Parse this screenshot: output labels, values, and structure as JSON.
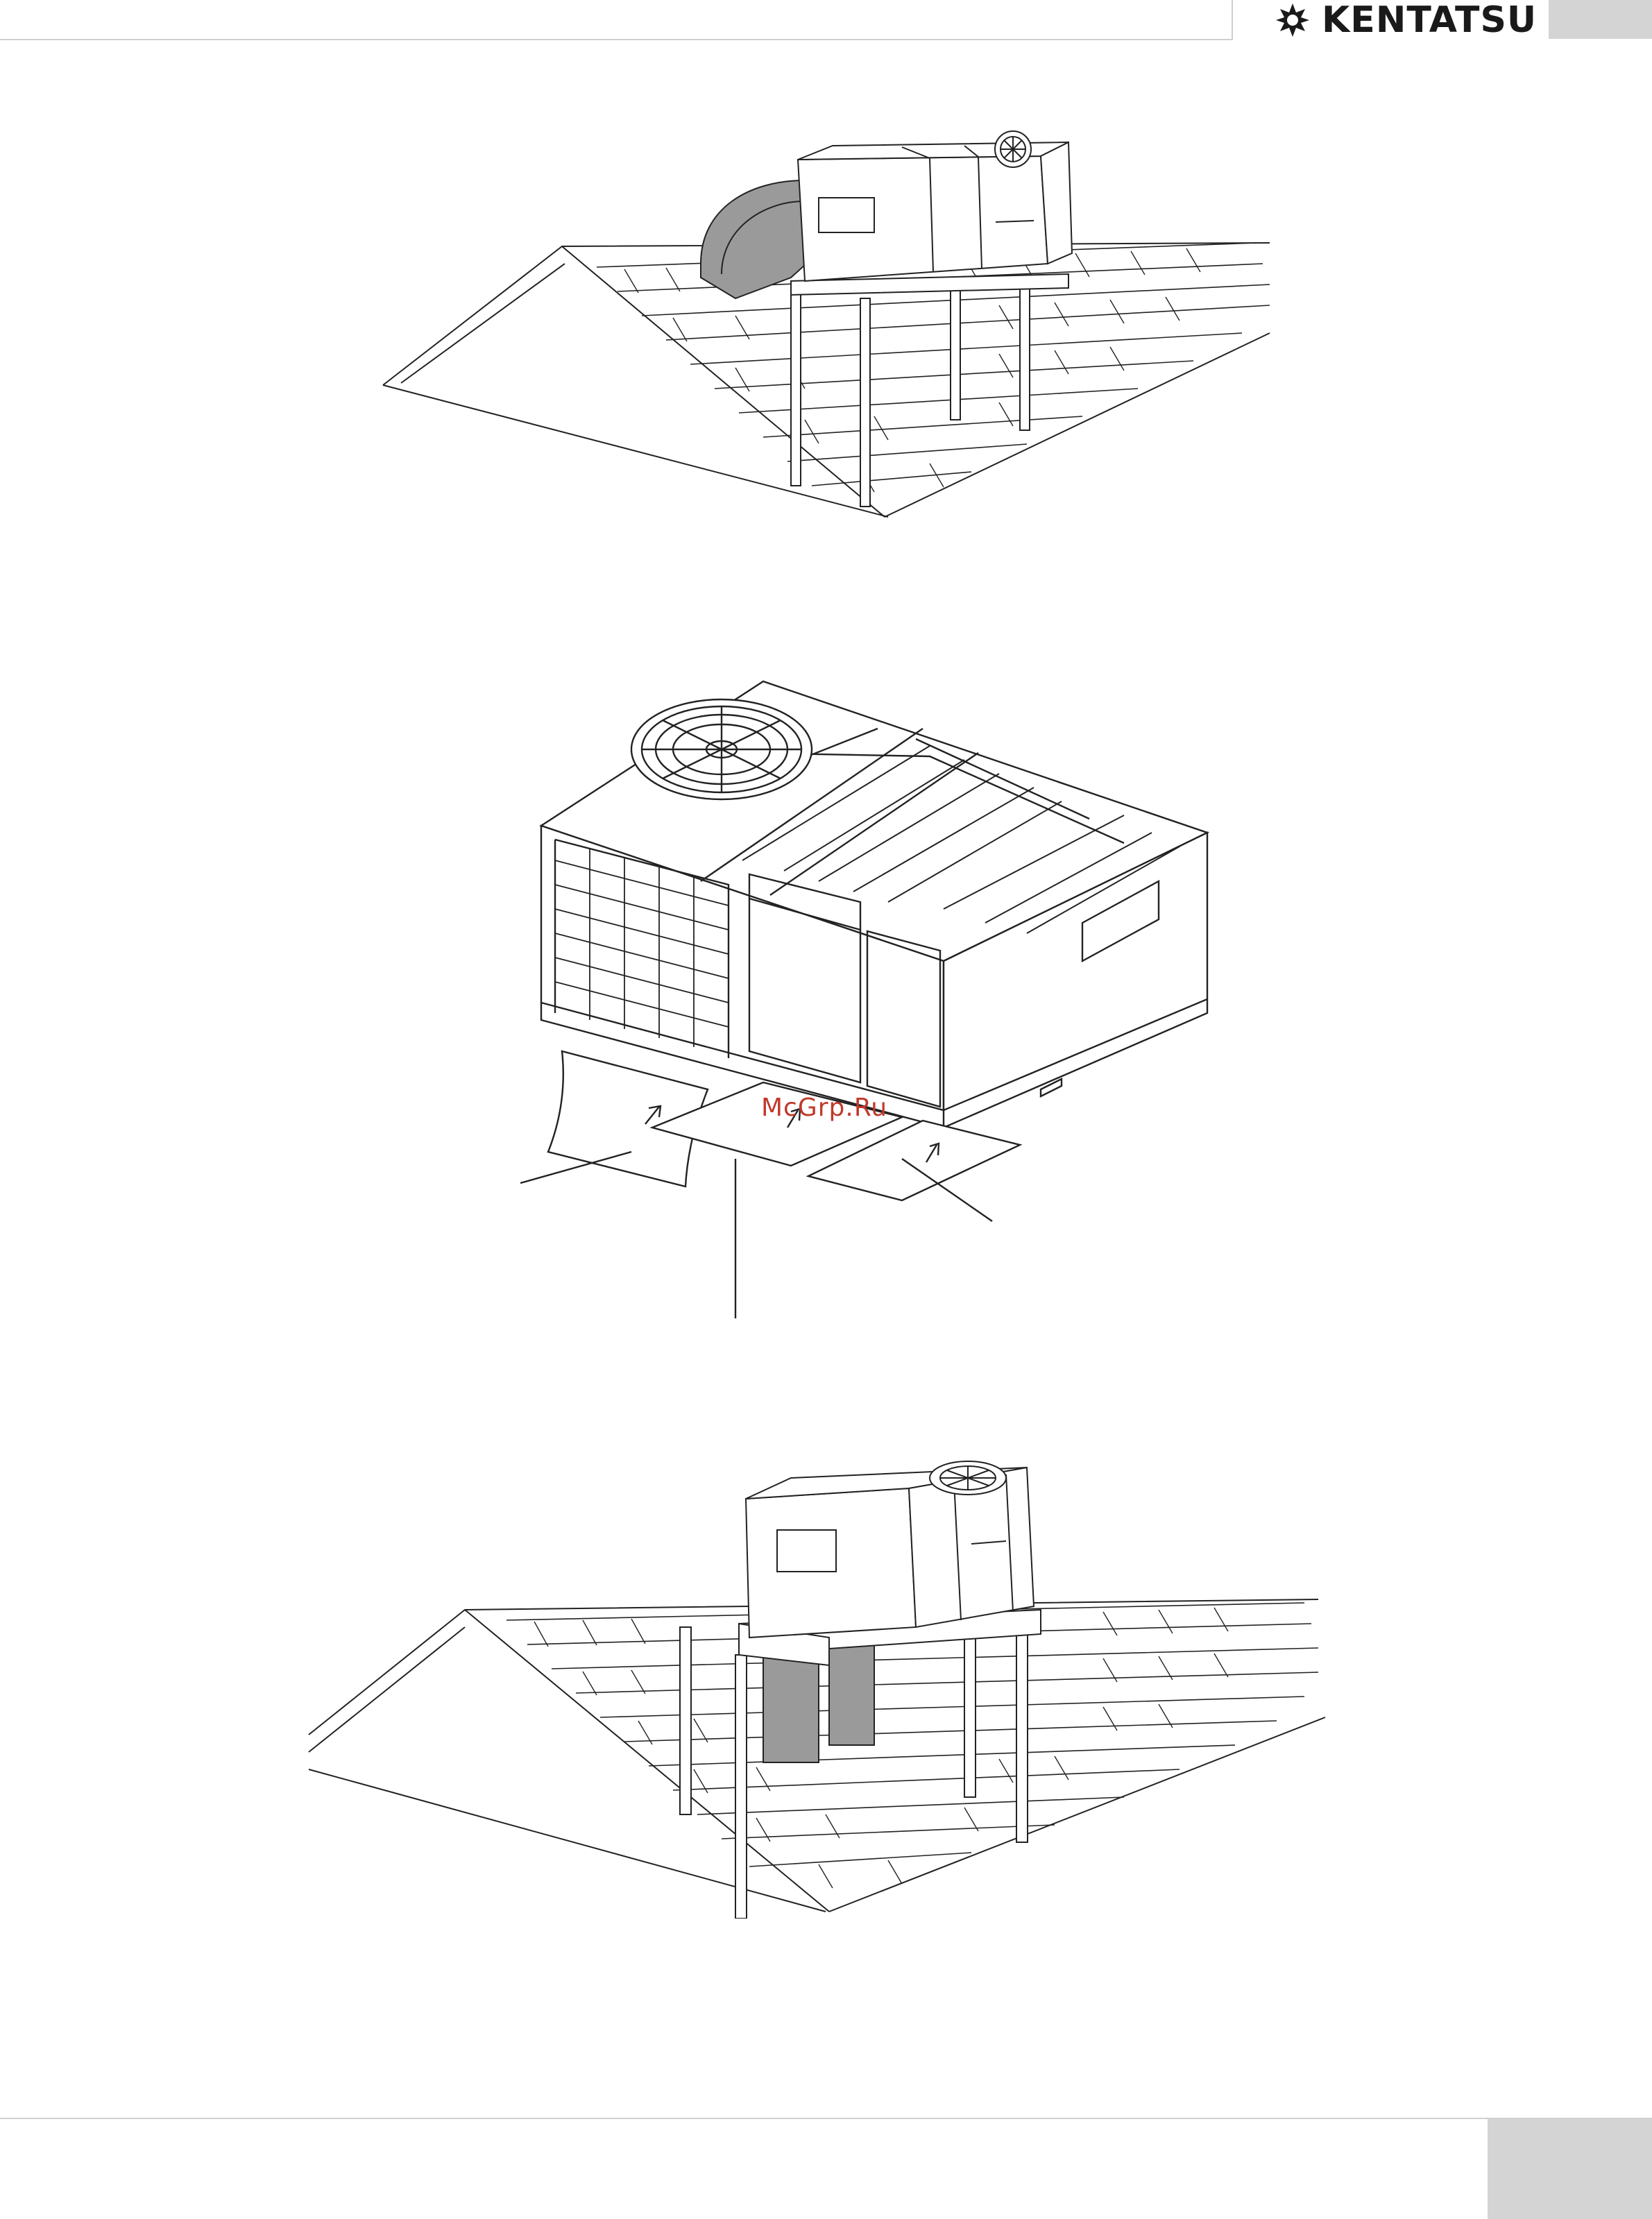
{
  "header": {
    "brand_name": "KENTATSU",
    "brand_logo_icon": "gear-star-icon"
  },
  "watermark": {
    "text": "McGrp.Ru"
  },
  "figures": {
    "top_icon": "rooftop-unit-with-duct-illustration",
    "middle_icon": "packaged-unit-with-panels-illustration",
    "bottom_icon": "rooftop-unit-on-stand-illustration"
  },
  "colors": {
    "line": "#222222",
    "shade": "#9a9a9a",
    "accent_red": "#c0392b",
    "header_block": "#d4d4d4"
  }
}
